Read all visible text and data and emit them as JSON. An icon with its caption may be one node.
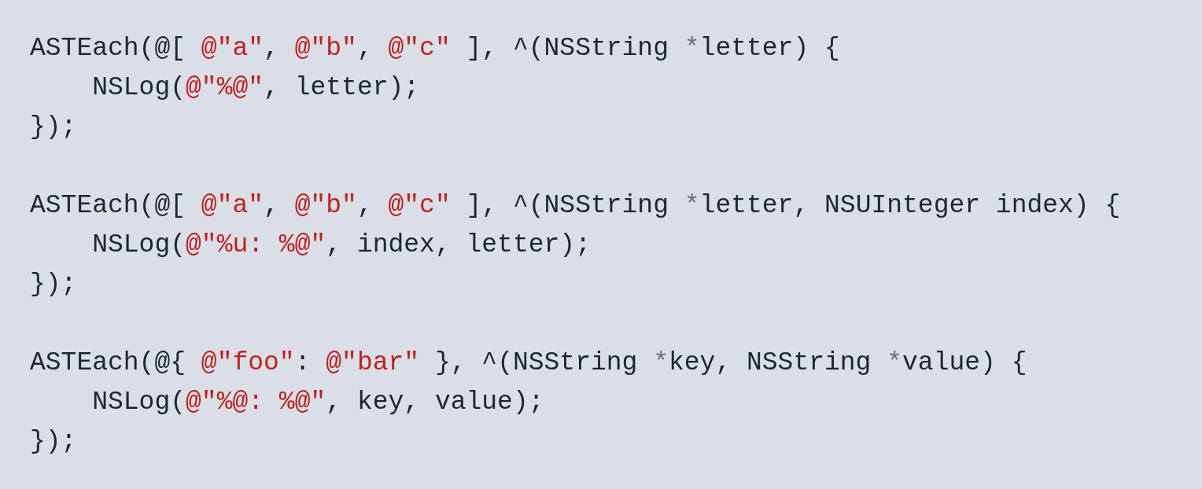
{
  "diagram": {
    "labels": [
      "ASTEach(@[ @\"a\", @\"b\", @\"c\" ], ^(NSString *letter) {",
      "    NSLog(@\"%@\", letter);",
      "});",
      "ASTEach(@[ @\"a\", @\"b\", @\"c\" ], ^(NSString *letter, NSUInteger index) {",
      "    NSLog(@\"%u: %@\", index, letter);",
      "});",
      "ASTEach(@{ @\"foo\": @\"bar\" }, ^(NSString *key, NSString *value) {",
      "    NSLog(@\"%@: %@\", key, value);",
      "});"
    ]
  }
}
